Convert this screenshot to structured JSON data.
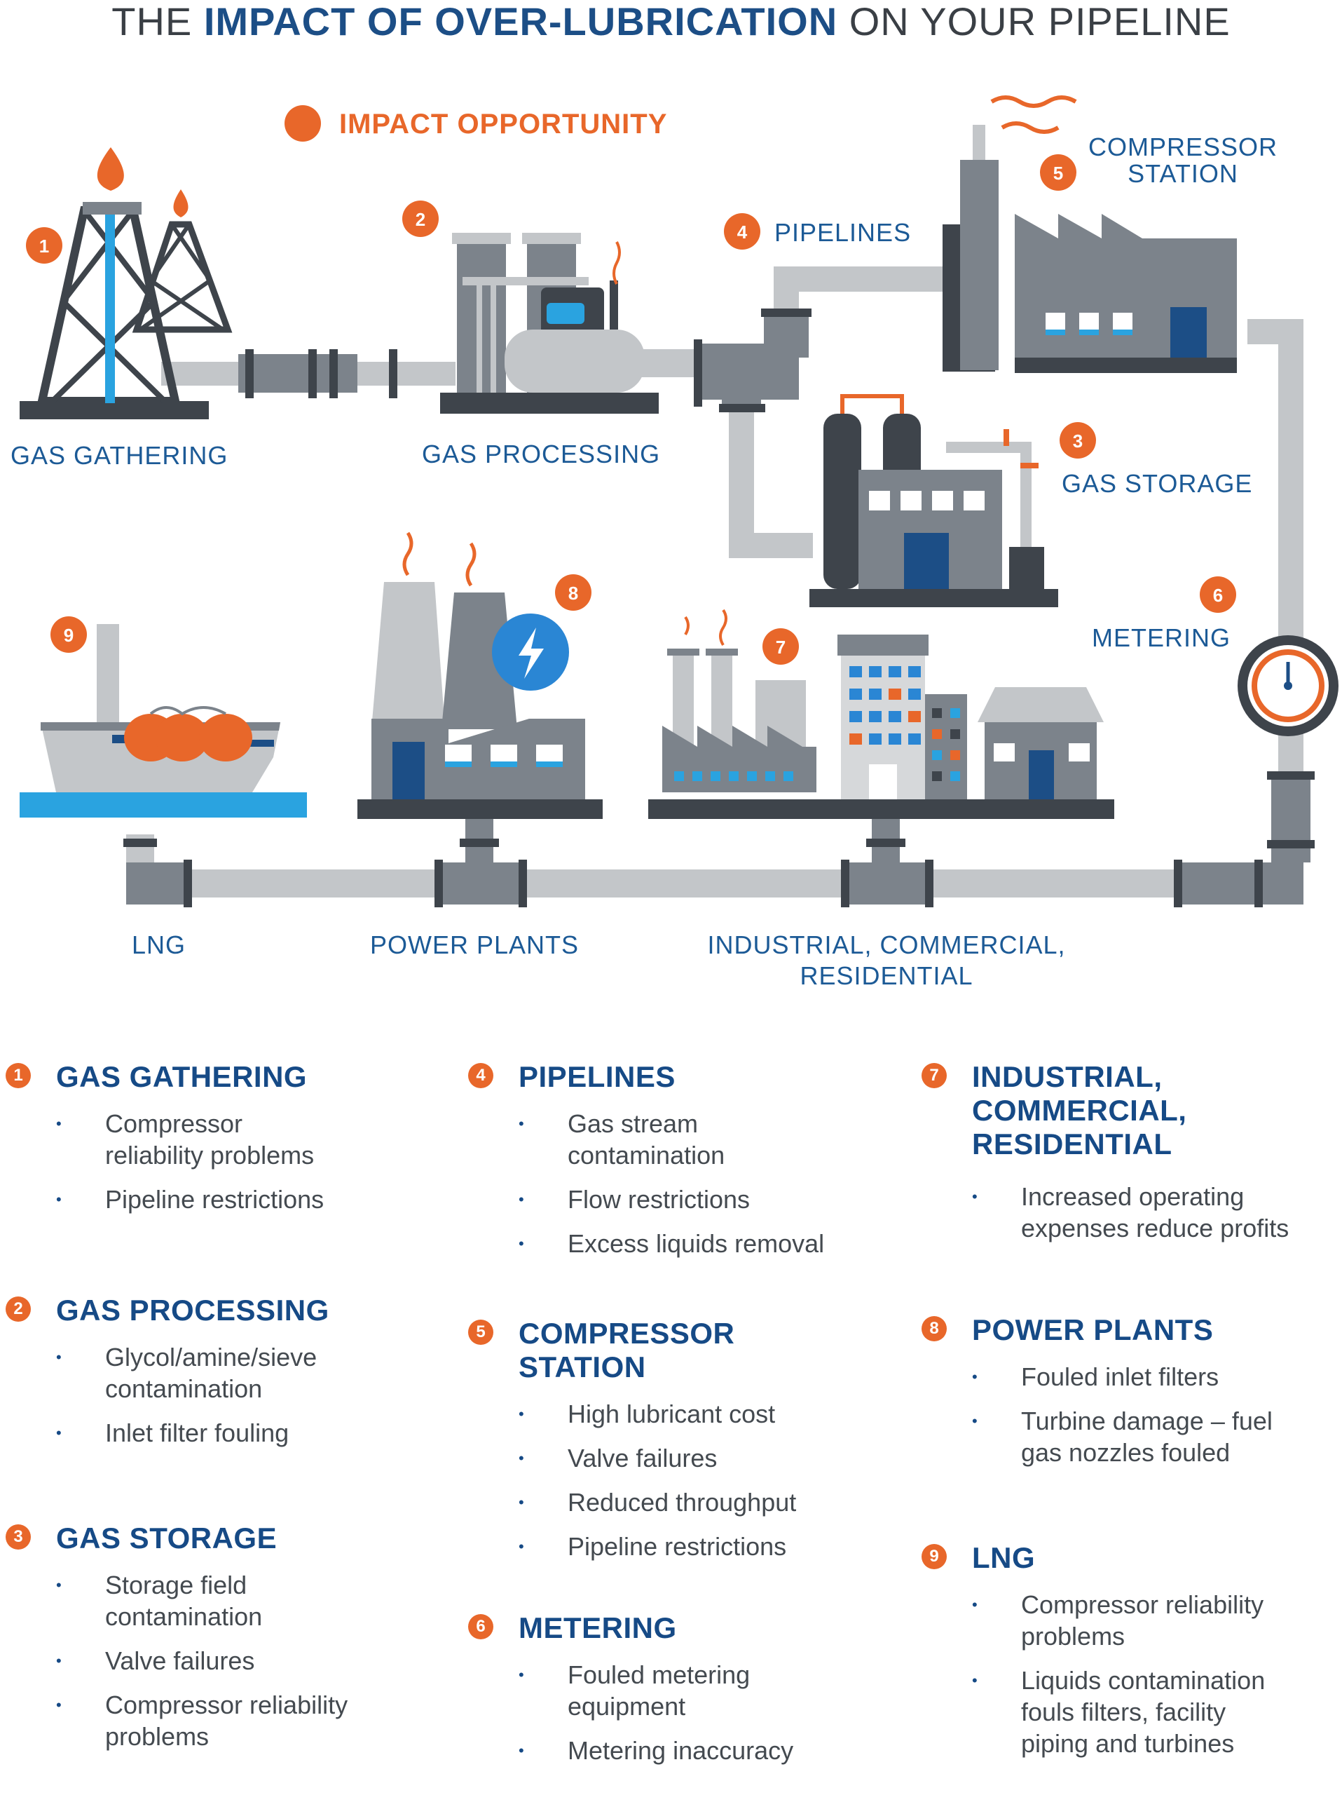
{
  "title": {
    "prefix": "THE ",
    "emphasis": "IMPACT OF OVER-LUBRICATION",
    "suffix": " ON YOUR PIPELINE"
  },
  "legend": {
    "label": "IMPACT OPPORTUNITY"
  },
  "diagram_labels": {
    "gas_gathering": "GAS GATHERING",
    "gas_processing": "GAS PROCESSING",
    "pipelines": "PIPELINES",
    "compressor_station_1": "COMPRESSOR",
    "compressor_station_2": "STATION",
    "gas_storage": "GAS STORAGE",
    "metering": "METERING",
    "lng": "LNG",
    "power_plants": "POWER PLANTS",
    "industrial_1": "INDUSTRIAL, COMMERCIAL,",
    "industrial_2": "RESIDENTIAL"
  },
  "numbers": [
    "1",
    "2",
    "3",
    "4",
    "5",
    "6",
    "7",
    "8",
    "9"
  ],
  "colors": {
    "accent": "#e8672a",
    "brand": "#164a86",
    "pipe": "#c3c6c9",
    "pipe_dark": "#7c838b"
  },
  "sections": [
    {
      "num": "1",
      "title": [
        "GAS GATHERING"
      ],
      "items": [
        [
          "Compressor",
          "reliability problems"
        ],
        [
          "Pipeline restrictions"
        ]
      ]
    },
    {
      "num": "2",
      "title": [
        "GAS PROCESSING"
      ],
      "items": [
        [
          "Glycol/amine/sieve",
          "contamination"
        ],
        [
          "Inlet filter fouling"
        ]
      ]
    },
    {
      "num": "3",
      "title": [
        "GAS STORAGE"
      ],
      "items": [
        [
          "Storage field",
          "contamination"
        ],
        [
          "Valve failures"
        ],
        [
          "Compressor reliability",
          "problems"
        ]
      ]
    },
    {
      "num": "4",
      "title": [
        "PIPELINES"
      ],
      "items": [
        [
          "Gas stream",
          "contamination"
        ],
        [
          "Flow restrictions"
        ],
        [
          "Excess liquids removal"
        ]
      ]
    },
    {
      "num": "5",
      "title": [
        "COMPRESSOR",
        "STATION"
      ],
      "items": [
        [
          "High lubricant cost"
        ],
        [
          "Valve failures"
        ],
        [
          "Reduced throughput"
        ],
        [
          "Pipeline restrictions"
        ]
      ]
    },
    {
      "num": "6",
      "title": [
        "METERING"
      ],
      "items": [
        [
          "Fouled metering",
          "equipment"
        ],
        [
          "Metering inaccuracy"
        ]
      ]
    },
    {
      "num": "7",
      "title": [
        "INDUSTRIAL,",
        "COMMERCIAL,",
        "RESIDENTIAL"
      ],
      "items": [
        [
          "Increased operating",
          "expenses reduce profits"
        ]
      ]
    },
    {
      "num": "8",
      "title": [
        "POWER PLANTS"
      ],
      "items": [
        [
          "Fouled inlet filters"
        ],
        [
          "Turbine damage – fuel",
          "gas nozzles fouled"
        ]
      ]
    },
    {
      "num": "9",
      "title": [
        "LNG"
      ],
      "items": [
        [
          "Compressor reliability",
          "problems"
        ],
        [
          "Liquids contamination",
          "fouls filters, facility",
          "piping and turbines"
        ]
      ]
    }
  ]
}
